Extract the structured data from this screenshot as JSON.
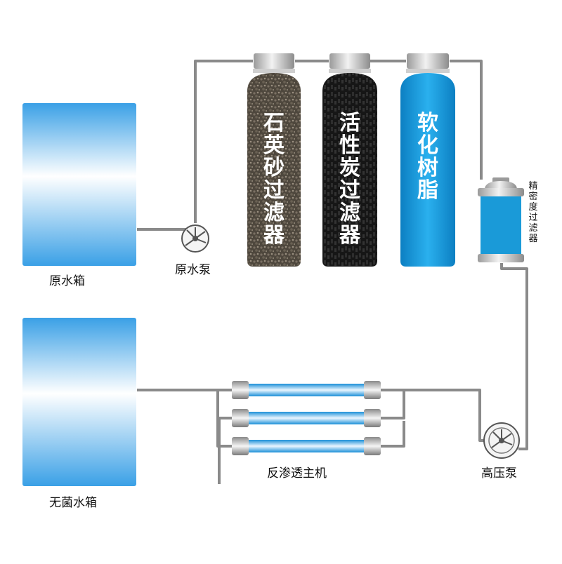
{
  "labels": {
    "raw_tank": "原水箱",
    "raw_pump": "原水泵",
    "quartz_filter": "石英砂过滤器",
    "carbon_filter": "活性炭过滤器",
    "softener": "软化树脂",
    "precision_filter": "精密度过滤器",
    "high_pressure_pump": "高压泵",
    "ro_unit": "反渗透主机",
    "sterile_tank": "无菌水箱"
  },
  "colors": {
    "tank_blue": "#3aa0e6",
    "quartz_sand": "#5a5247",
    "carbon": "#1c1c1c",
    "softener_blue": "#1a9ad8",
    "pipe": "#888888",
    "steel": "#b5b5b5"
  }
}
